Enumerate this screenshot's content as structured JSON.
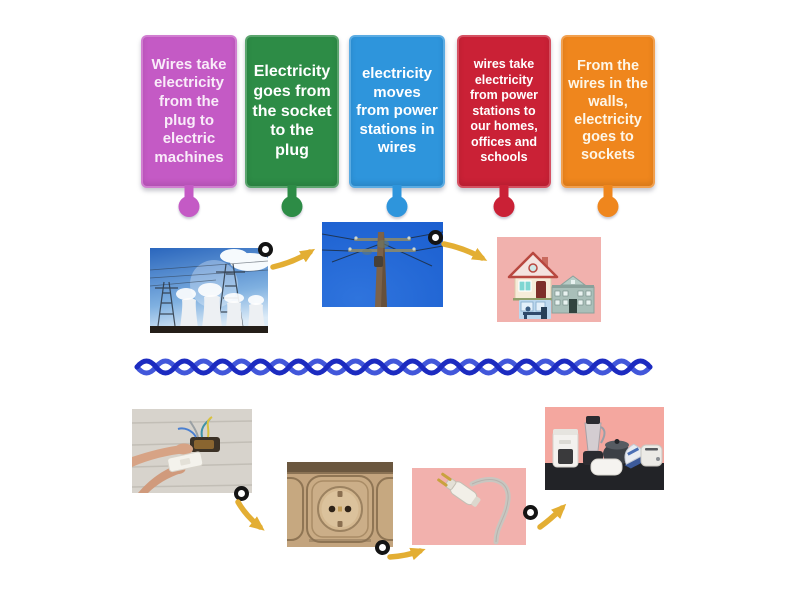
{
  "cards": [
    {
      "label": "Wires take electricity from the plug to electric machines",
      "color": "#c45ac5",
      "text_color": "#f9ecf9"
    },
    {
      "label": "Electricity goes from the socket to the plug",
      "color": "#2d8c46",
      "text_color": "#ffffff"
    },
    {
      "label": "electricity moves from power stations in wires",
      "color": "#2e95dc",
      "text_color": "#ffffff"
    },
    {
      "label": "wires take electricity from power stations to our homes, offices and schools",
      "color": "#ca2136",
      "text_color": "#ffffff"
    },
    {
      "label": "From the wires in the walls, electricity goes to sockets",
      "color": "#ef861d",
      "text_color": "#fdf6e8"
    }
  ],
  "images": {
    "top_row": [
      {
        "name": "power-station-photo"
      },
      {
        "name": "electricity-pole-photo"
      },
      {
        "name": "homes-offices-schools-illustration"
      }
    ],
    "bottom_row": [
      {
        "name": "wall-socket-installation-photo"
      },
      {
        "name": "wall-socket-photo"
      },
      {
        "name": "plug-with-cord-photo"
      },
      {
        "name": "electric-appliances-photo"
      }
    ]
  },
  "colors": {
    "background": "#ffffff",
    "arrow": "#e3ae33",
    "divider_dark": "#1c2bc0",
    "divider_light": "#4257da",
    "connector_ring": "#141414",
    "pink_tile": "#f2b1ad"
  }
}
